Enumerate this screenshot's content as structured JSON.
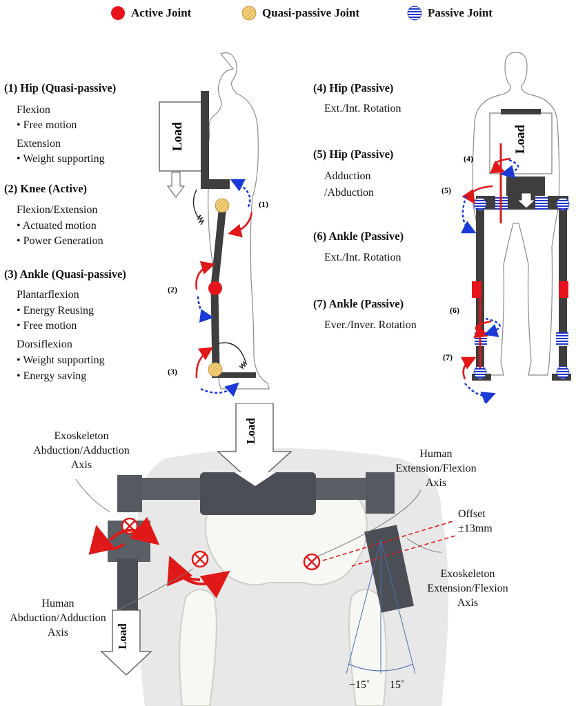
{
  "legend": [
    {
      "label": "Active Joint",
      "marker": "active"
    },
    {
      "label": "Quasi-passive Joint",
      "marker": "quasi"
    },
    {
      "label": "Passive Joint",
      "marker": "passive"
    }
  ],
  "colors": {
    "active": "#e8141c",
    "quasi_passive": "#f0c86e",
    "passive": "#2035c8",
    "frame": "#3e3e3e",
    "arrow_red": "#e01818",
    "arrow_blue": "#1a3ad6"
  },
  "left_list": [
    {
      "heading": "(1) Hip (Quasi-passive)",
      "lines": [
        "Flexion",
        "• Free motion",
        "Extension",
        "• Weight supporting"
      ]
    },
    {
      "heading": "(2) Knee (Active)",
      "lines": [
        "Flexion/Extension",
        "• Actuated motion",
        "• Power Generation"
      ]
    },
    {
      "heading": "(3) Ankle (Quasi-passive)",
      "lines": [
        "Plantarflexion",
        "• Energy Reusing",
        "• Free motion",
        "Dorsiflexion",
        "• Weight supporting",
        "• Energy saving"
      ]
    }
  ],
  "right_list": [
    {
      "heading": "(4) Hip (Passive)",
      "lines": [
        "Ext./Int. Rotation"
      ]
    },
    {
      "heading": "(5) Hip (Passive)",
      "lines": [
        "Adduction",
        "/Abduction"
      ]
    },
    {
      "heading": "(6) Ankle (Passive)",
      "lines": [
        "Ext./Int. Rotation"
      ]
    },
    {
      "heading": "(7) Ankle (Passive)",
      "lines": [
        "Ever./Inver. Rotation"
      ]
    }
  ],
  "side_view": {
    "load_label": "Load",
    "markers": [
      "(1)",
      "(2)",
      "(3)"
    ]
  },
  "back_view": {
    "load_label": "Load",
    "markers": [
      "(4)",
      "(5)",
      "(6)",
      "(7)"
    ]
  },
  "bottom": {
    "load_top": "Load",
    "load_bottom": "Load",
    "exo_abd_label": [
      "Exoskeleton",
      "Abduction/Adduction",
      "Axis"
    ],
    "human_abd_label": [
      "Human",
      "Abduction/Adduction",
      "Axis"
    ],
    "human_ext_label": [
      "Human",
      "Extension/Flexion",
      "Axis"
    ],
    "offset_label": [
      "Offset",
      "±13mm"
    ],
    "exo_ext_label": [
      "Exoskeleton",
      "Extension/Flexion",
      "Axis"
    ],
    "angle_left": "−15˚",
    "angle_right": "15˚"
  }
}
